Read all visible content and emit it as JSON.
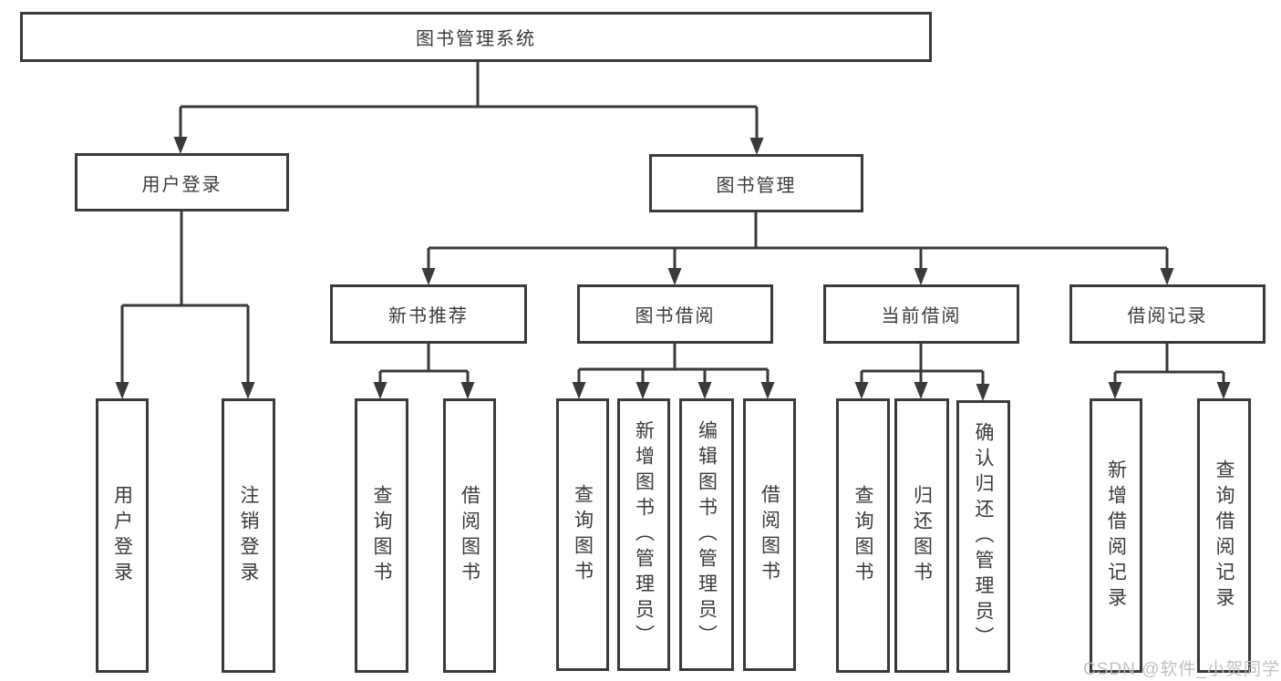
{
  "tree": {
    "label": "图书管理系统",
    "children": [
      {
        "label": "用户登录",
        "children": [
          {
            "label": "用户登录"
          },
          {
            "label": "注销登录"
          }
        ]
      },
      {
        "label": "图书管理",
        "children": [
          {
            "label": "新书推荐",
            "children": [
              {
                "label": "查询图书"
              },
              {
                "label": "借阅图书"
              }
            ]
          },
          {
            "label": "图书借阅",
            "children": [
              {
                "label": "查询图书"
              },
              {
                "label": "新增图书（管理员）"
              },
              {
                "label": "编辑图书（管理员）"
              },
              {
                "label": "借阅图书"
              }
            ]
          },
          {
            "label": "当前借阅",
            "children": [
              {
                "label": "查询图书"
              },
              {
                "label": "归还图书"
              },
              {
                "label": "确认归还（管理员）"
              }
            ]
          },
          {
            "label": "借阅记录",
            "children": [
              {
                "label": "新增借阅记录"
              },
              {
                "label": "查询借阅记录"
              }
            ]
          }
        ]
      }
    ]
  },
  "watermark": {
    "text": "CSDN @软件_小贺同学"
  },
  "colors": {
    "line": "#3a3a3a",
    "text": "#3a3a3a",
    "box_background": "#ffffff",
    "watermark": "#babdc6"
  }
}
